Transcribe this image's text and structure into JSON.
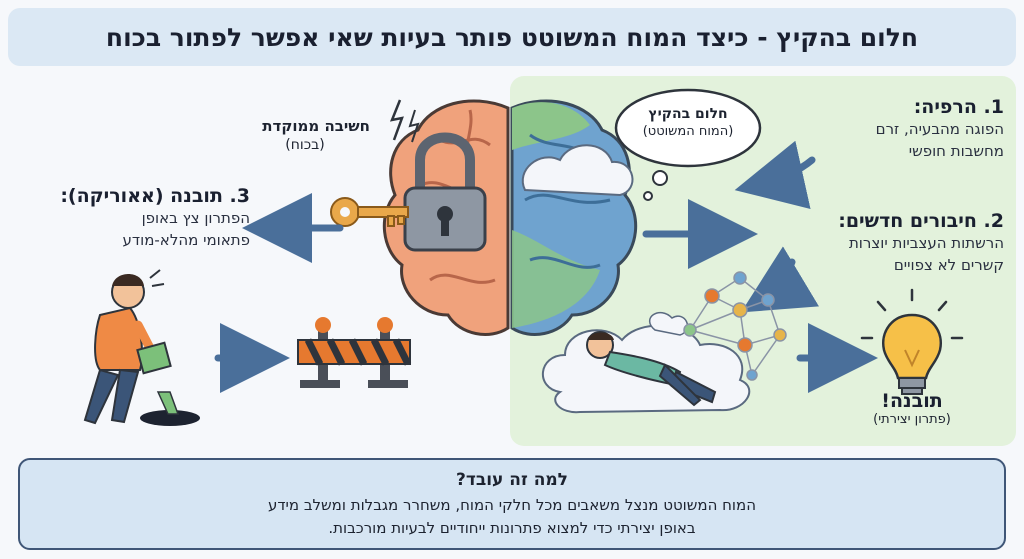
{
  "title": "חלום בהקיץ - כיצד המוח המשוטט פותר בעיות שאי אפשר לפתור בכוח",
  "focused": {
    "title": "חשיבה ממוקדת",
    "subtitle": "(בכוח)"
  },
  "dream_bubble": {
    "title": "חלום בהקיץ",
    "subtitle": "(המוח המשוטט)"
  },
  "step1": {
    "title": "1. הרפיה:",
    "line1": "הפוגה מהבעיה, זרם",
    "line2": "מחשבות חופשי"
  },
  "step2": {
    "title": "2. חיבורים חדשים:",
    "line1": "הרשתות העצביות יוצרות",
    "line2": "קשרים לא צפויים"
  },
  "step3": {
    "title": "3. תובנה (אאוריקה):",
    "line1": "הפתרון צץ באופן",
    "line2": "פתאומי מהלא-מודע"
  },
  "insight": {
    "title": "תובנה!",
    "subtitle": "(פתרון יצירתי)"
  },
  "why": {
    "title": "למה זה עובד?",
    "line1": "המוח המשוטט מנצל משאבים מכל חלקי המוח, משחרר מגבלות ומשלב מידע",
    "line2": "באופן יצירתי כדי למצוא פתרונות ייחודיים לבעיות מורכבות."
  },
  "colors": {
    "title_bg": "#dbe8f4",
    "panel_green": "#e3f2dc",
    "arrow_blue": "#4a6f9a",
    "brain_left": "#f0a27c",
    "brain_right_blue": "#6fa3cf",
    "brain_right_green": "#8cc58a",
    "bottom_bg": "#d6e5f3",
    "bottom_border": "#3f5677"
  },
  "icons": [
    "key-icon",
    "padlock-icon",
    "brain-icon",
    "cloud-icon",
    "lightbulb-icon",
    "barrier-icon",
    "network-icon",
    "frustrated-man-icon",
    "dreaming-man-icon",
    "sparkle-icon"
  ]
}
